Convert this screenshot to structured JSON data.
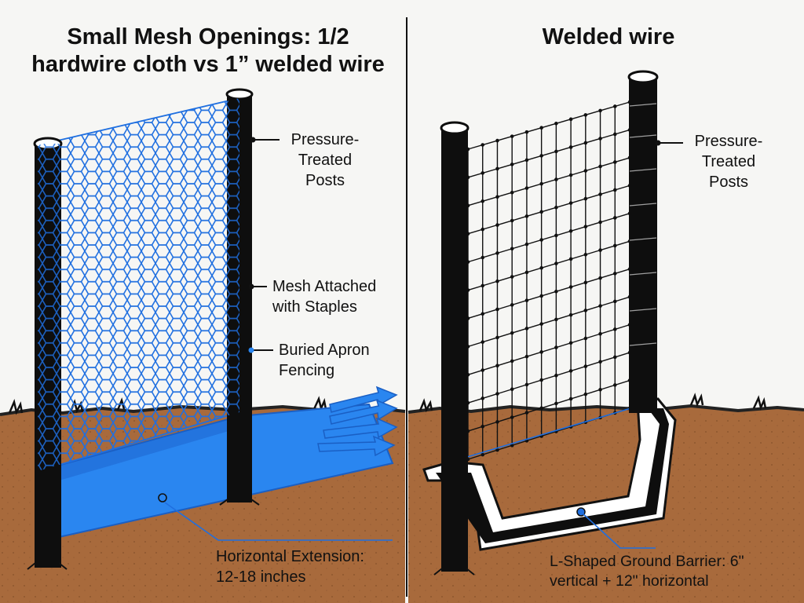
{
  "left_panel": {
    "title_line1": "Small Mesh Openings: 1/2",
    "title_line2": "hardwire cloth vs 1” welded wire",
    "posts_label_line1": "Pressure-",
    "posts_label_line2": "Treated",
    "posts_label_line3": "Posts",
    "staples_label_line1": "Mesh Attached",
    "staples_label_line2": "with Staples",
    "apron_label_line1": "Buried Apron",
    "apron_label_line2": "Fencing",
    "extension_label_line1": "Horizontal Extension:",
    "extension_label_line2": "12-18 inches"
  },
  "right_panel": {
    "title": "Welded wire",
    "posts_label_line1": "Pressure-",
    "posts_label_line2": "Treated",
    "posts_label_line3": "Posts",
    "barrier_label_line1": "L-Shaped Ground Barrier: 6\"",
    "barrier_label_line2": "vertical + 12\" horizontal"
  },
  "colors": {
    "mesh_blue": "#1f6fe0",
    "apron_blue": "#2a86f0",
    "soil": "#a86a3c",
    "post": "#0e0e0e",
    "background": "#f6f6f4"
  }
}
